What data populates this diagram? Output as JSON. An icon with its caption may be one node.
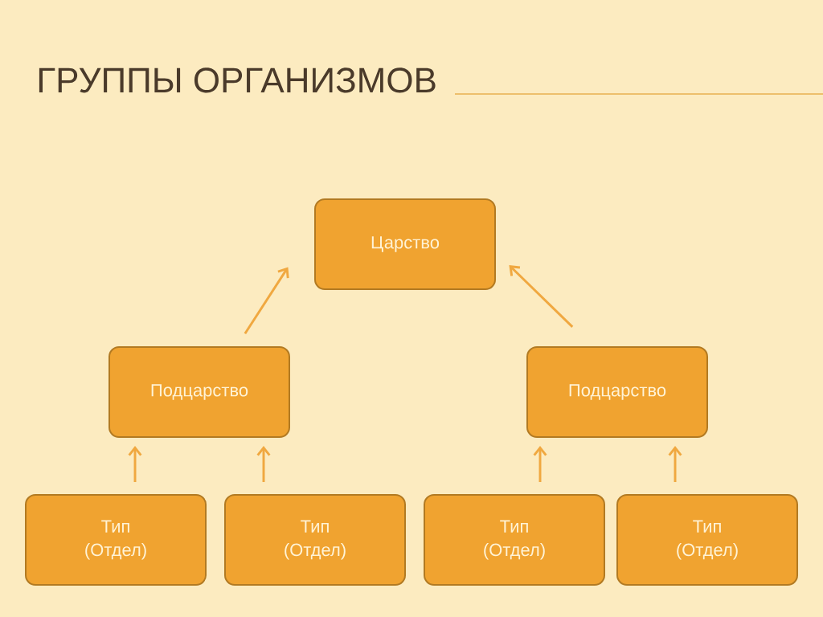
{
  "diagram": {
    "title": "ГРУППЫ ОРГАНИЗМОВ",
    "nodes": [
      {
        "text": [
          "Царство"
        ]
      },
      {
        "text": [
          "Подцарство"
        ]
      },
      {
        "text": [
          "Подцарство"
        ]
      },
      {
        "text": [
          "Тип (Отдел)"
        ]
      },
      {
        "text": [
          "Тип (Отдел)"
        ]
      },
      {
        "text": [
          "Тип (Отдел)"
        ]
      },
      {
        "text": [
          "Тип (Отдел)"
        ]
      }
    ],
    "edges": [
      {
        "from": 1,
        "to": 0,
        "arrow": "to"
      },
      {
        "from": 2,
        "to": 0,
        "arrow": "to"
      },
      {
        "from": 3,
        "to": 1,
        "arrow": "to"
      },
      {
        "from": 4,
        "to": 1,
        "arrow": "to"
      },
      {
        "from": 5,
        "to": 2,
        "arrow": "to"
      },
      {
        "from": 6,
        "to": 2,
        "arrow": "to"
      }
    ]
  }
}
